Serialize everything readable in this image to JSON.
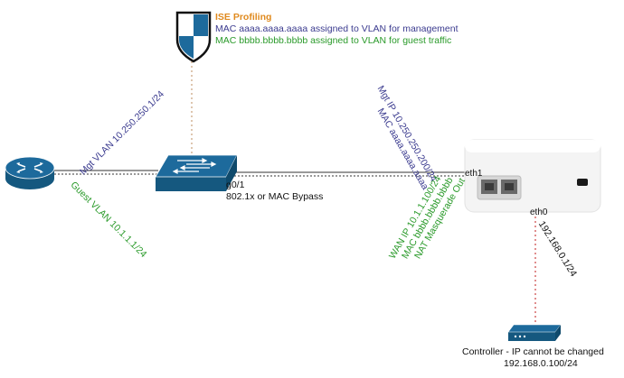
{
  "ise": {
    "title": "ISE Profiling",
    "line1": "MAC aaaa.aaaa.aaaa assigned to VLAN for management",
    "line2": "MAC bbbb.bbbb.bbbb assigned to VLAN for guest traffic"
  },
  "router": {
    "mgt_vlan": "Mgt VLAN 10.250.250.1/24",
    "guest_vlan": "Guest VLAN 10.1.1.1/24"
  },
  "switch": {
    "port": "g0/1",
    "auth": "802.1x or MAC Bypass"
  },
  "travel_router": {
    "mgt_ip": "Mgt IP 10.250.250.200/24",
    "mgt_mac": "MAC aaaa.aaaa.aaaa",
    "eth1": "eth1",
    "wan_ip": "WAN IP 10.1.1.100/24",
    "wan_mac": "MAC bbbb.bbbb.bbbb",
    "nat": "NAT Masquerade Out",
    "eth0": "eth0",
    "eth0_ip": "192.168.0.1/24"
  },
  "controller": {
    "label": "Controller - IP cannot be changed",
    "ip": "192.168.0.100/24"
  },
  "colors": {
    "cisco_blue": "#1d6a9c",
    "label_blue": "#3b3b8f",
    "label_green": "#2a9a2a",
    "ise_orange": "#e08a1e",
    "link_orange": "#c9a07a",
    "link_red": "#c44"
  }
}
